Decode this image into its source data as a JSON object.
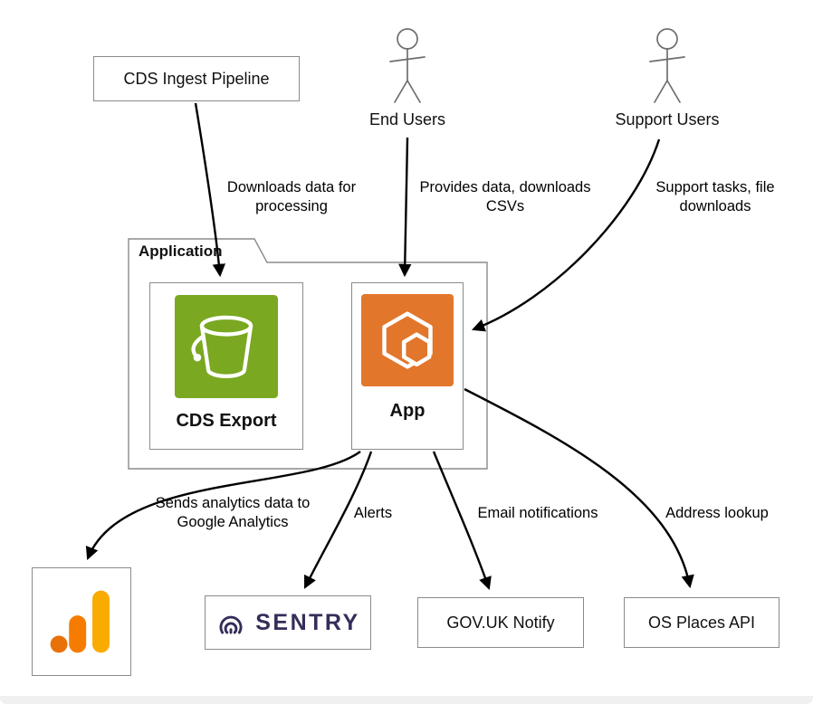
{
  "nodes": {
    "cds_ingest_pipeline": {
      "label": "CDS Ingest Pipeline"
    },
    "end_users": {
      "label": "End Users"
    },
    "support_users": {
      "label": "Support Users"
    },
    "application_group": {
      "label": "Application"
    },
    "cds_export": {
      "label": "CDS Export"
    },
    "app": {
      "label": "App"
    },
    "sentry": {
      "label": "SENTRY"
    },
    "govuk_notify": {
      "label": "GOV.UK Notify"
    },
    "os_places_api": {
      "label": "OS Places API"
    }
  },
  "edges": {
    "ingest_to_cds_export": {
      "label": "Downloads data for\nprocessing"
    },
    "end_users_to_app": {
      "label": "Provides data, downloads\nCSVs"
    },
    "support_users_to_app": {
      "label": "Support tasks, file\ndownloads"
    },
    "app_to_google_analytics": {
      "label": "Sends analytics data to\nGoogle Analytics"
    },
    "app_to_sentry": {
      "label": "Alerts"
    },
    "app_to_govuk_notify": {
      "label": "Email notifications"
    },
    "app_to_os_places": {
      "label": "Address lookup"
    }
  },
  "colors": {
    "s3_green": "#7aa821",
    "app_orange": "#e2762b",
    "sentry_purple": "#362d59",
    "ga_bar": "#f9ab00",
    "ga_mid": "#f57c00",
    "ga_dot": "#e8710a",
    "border_gray": "#8b8b8b",
    "figure_gray": "#6e6e6e",
    "arrow_black": "#000000"
  }
}
